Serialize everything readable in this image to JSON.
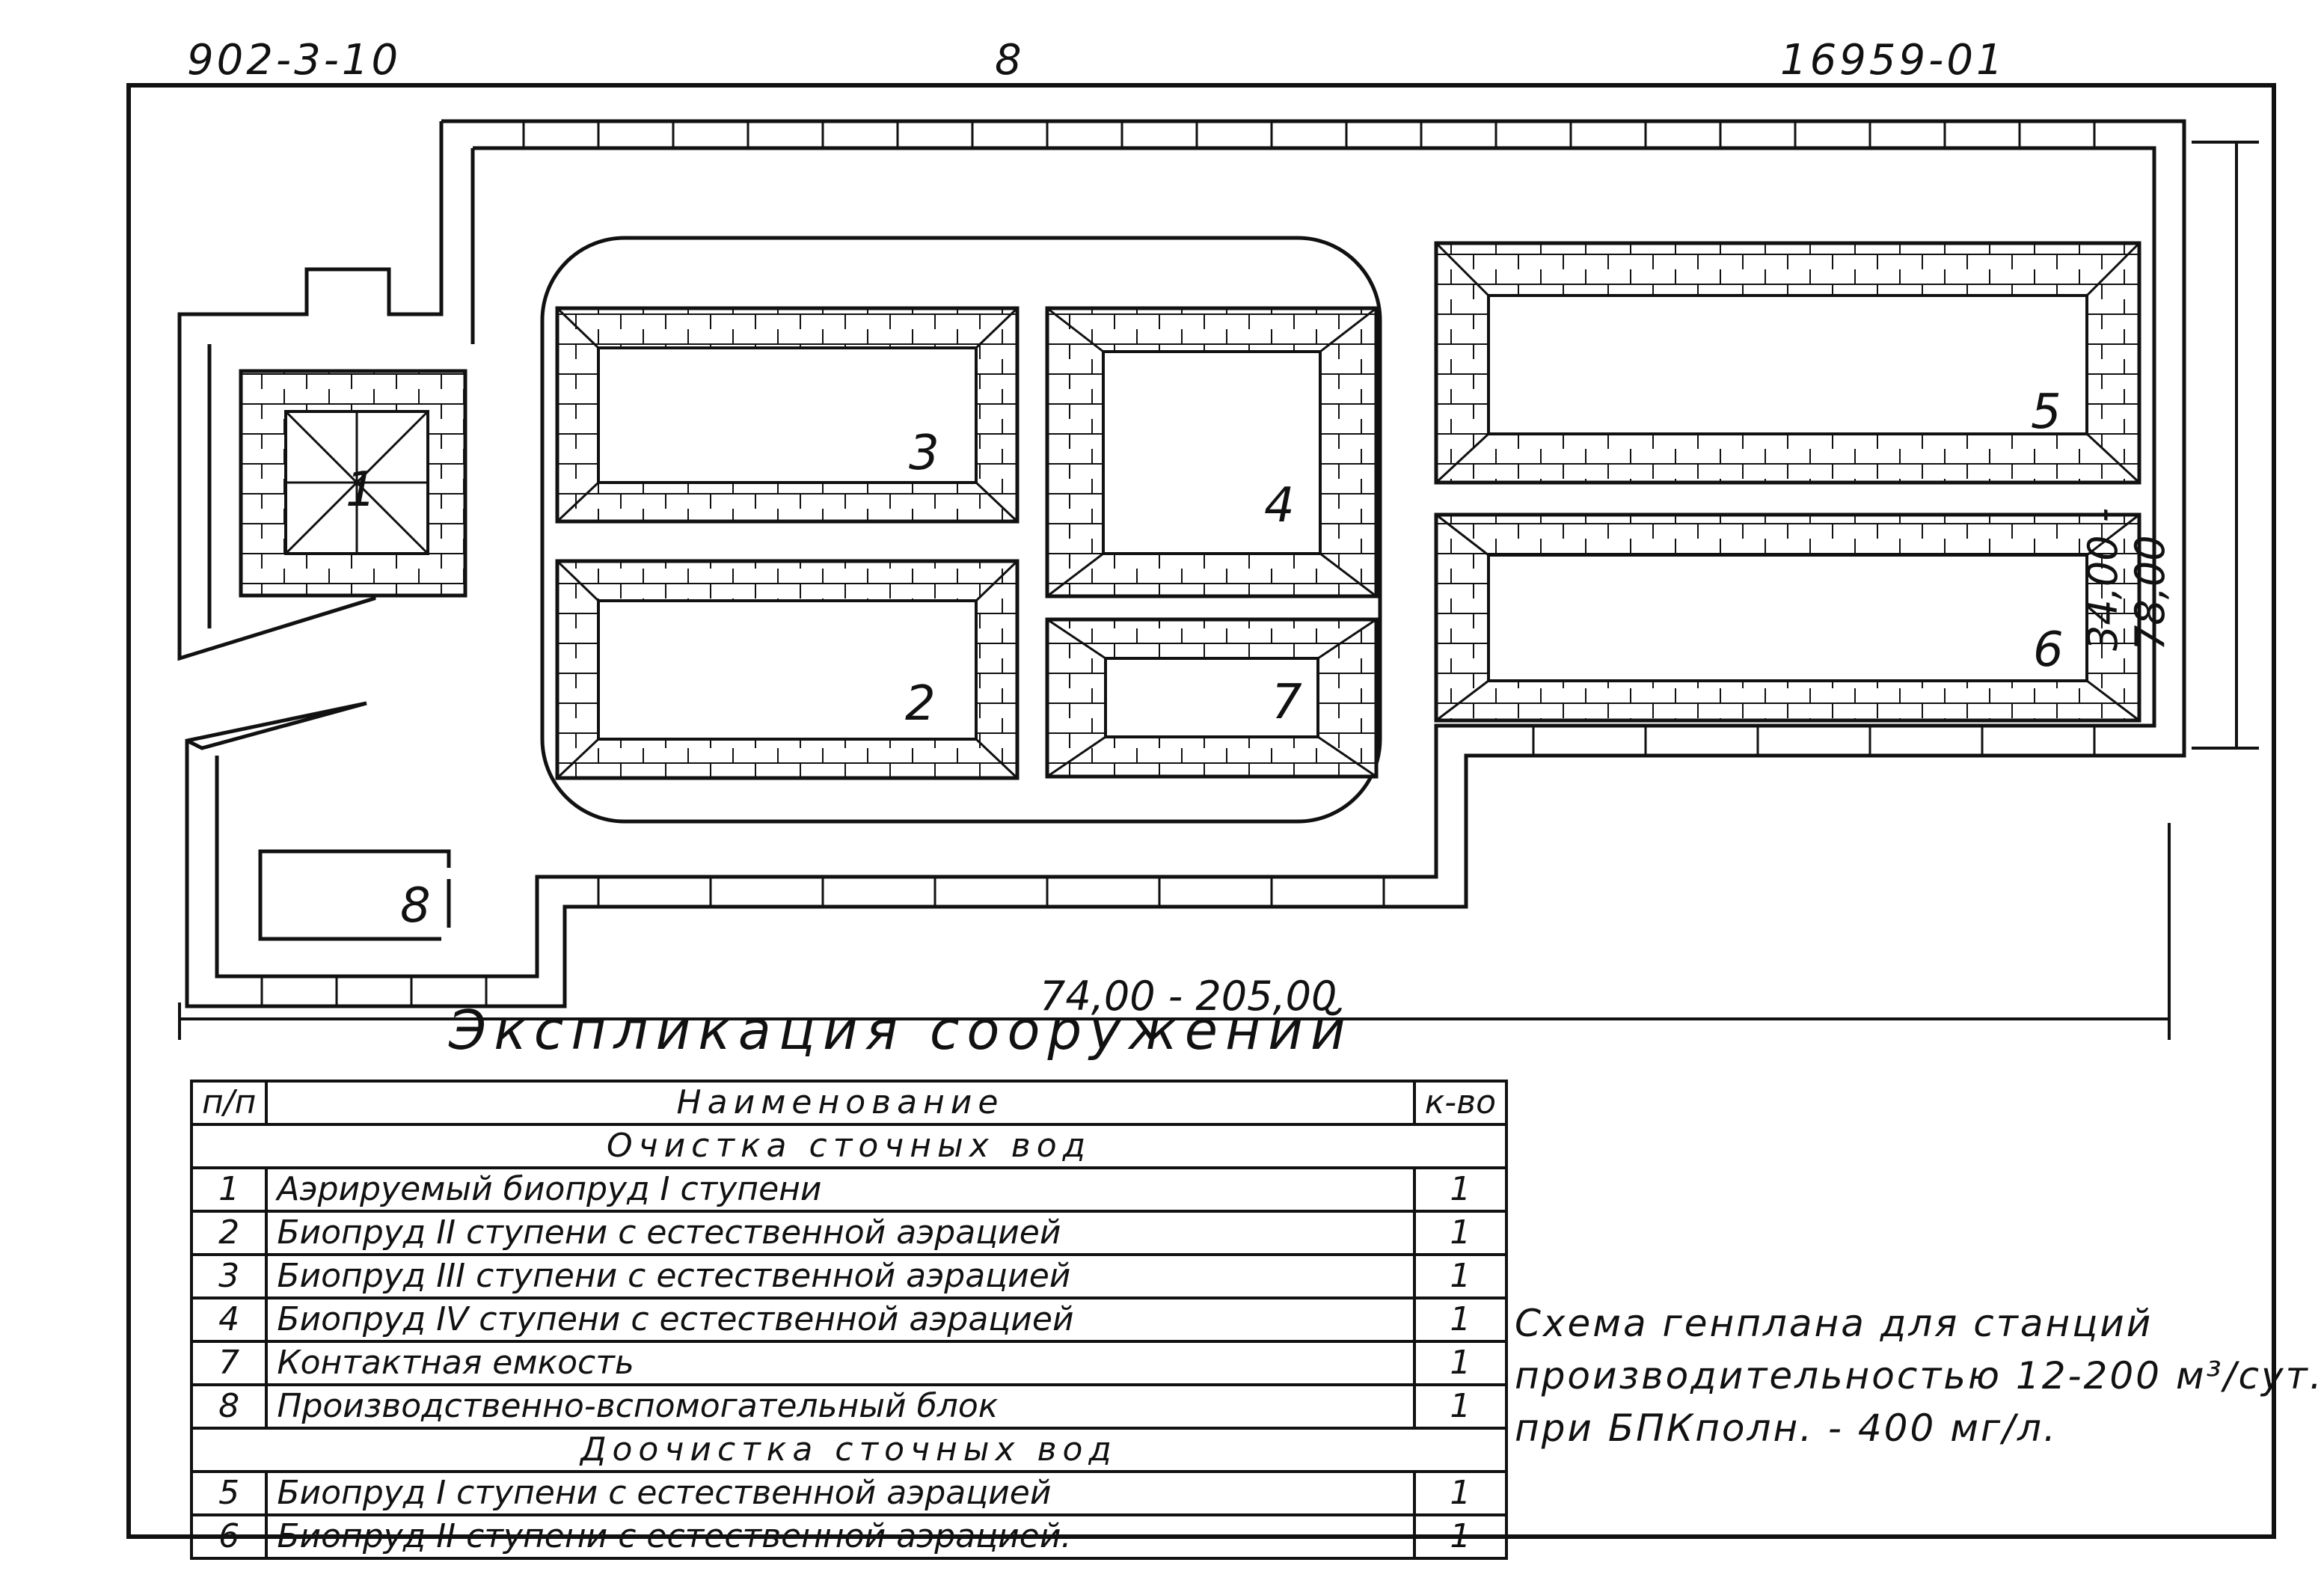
{
  "header": {
    "series_code": "902-3-10",
    "sheet_number": "8",
    "drawing_number": "16959-01"
  },
  "plan": {
    "structure_labels": [
      "1",
      "2",
      "3",
      "4",
      "5",
      "6",
      "7",
      "8"
    ],
    "width_dimension": "74,00 - 205,00",
    "height_dimension": "34,00 - 78,00"
  },
  "table": {
    "title": "Экспликация сооружений",
    "col_num": "п/п",
    "col_name": "Наименование",
    "col_qty": "к-во",
    "sections": [
      {
        "title": "Очистка сточных вод",
        "rows": [
          {
            "num": "1",
            "name": "Аэрируемый биопруд I ступени",
            "qty": "1"
          },
          {
            "num": "2",
            "name": "Биопруд II ступени с естественной аэрацией",
            "qty": "1"
          },
          {
            "num": "3",
            "name": "Биопруд III ступени с естественной аэрацией",
            "qty": "1"
          },
          {
            "num": "4",
            "name": "Биопруд IV ступени с естественной аэрацией",
            "qty": "1"
          },
          {
            "num": "7",
            "name": "Контактная емкость",
            "qty": "1"
          },
          {
            "num": "8",
            "name": "Производственно-вспомогательный блок",
            "qty": "1"
          }
        ]
      },
      {
        "title": "Доочистка сточных вод",
        "rows": [
          {
            "num": "5",
            "name": "Биопруд I ступени с естественной аэрацией",
            "qty": "1"
          },
          {
            "num": "6",
            "name": "Биопруд II ступени с естественной аэрацией.",
            "qty": "1"
          }
        ]
      }
    ]
  },
  "caption": {
    "line1": "Схема генплана для станций",
    "line2": "производительностью 12-200 м³/сут.",
    "line3": "при БПКполн. - 400 мг/л."
  }
}
